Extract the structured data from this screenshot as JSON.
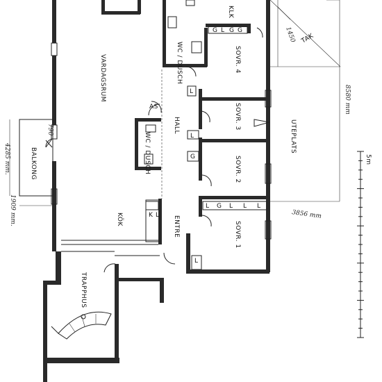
{
  "rooms": {
    "vardagsrum": "VARDAGSRUM",
    "balkong": "BALKONG",
    "kok": "KÖK",
    "trapphus": "TRAPPHUS",
    "hall": "HALL",
    "entre": "ENTRE",
    "wc_top": "WC / DUSCH",
    "wc_mid": "WC / DUSCH",
    "sovr1": "SOVR. 1",
    "sovr2": "SOVR. 2",
    "sovr3": "SOVR. 3",
    "sovr4": "SOVR. 4",
    "klk": "KLK",
    "uteplats": "UTEPLATS",
    "tak": "TAK"
  },
  "codes": {
    "g": "G",
    "l": "L",
    "k": "K",
    "as": "AS"
  },
  "dimensions": {
    "balkong_width": "4285 mm.",
    "balkong_depth": "1909 mm.",
    "uteplats_length": "8580 mm",
    "uteplats_width": "3856 mm",
    "tak_depth": "1450",
    "d790": "790"
  },
  "colors": {
    "wall": "#2a2a2a",
    "line": "#222222",
    "background": "#ffffff"
  },
  "scale_bar": {
    "unit_label": "5m",
    "divisions": 5
  }
}
